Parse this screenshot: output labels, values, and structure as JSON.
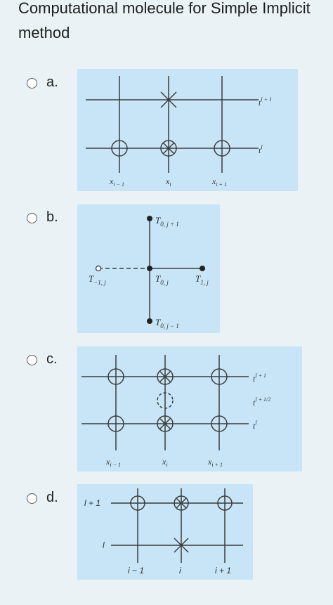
{
  "question": {
    "title": "Computational molecule for Simple Implicit method"
  },
  "options": [
    {
      "label": "a.",
      "diagram": {
        "time_labels": [
          "t",
          "l + 1",
          "t",
          "l"
        ],
        "space_labels": [
          "x",
          "i − 1",
          "x",
          "i",
          "x",
          "i + 1"
        ]
      }
    },
    {
      "label": "b.",
      "diagram": {
        "nodes": [
          {
            "main": "T",
            "sub": "0, j + 1"
          },
          {
            "main": "T",
            "sub": "−1, j"
          },
          {
            "main": "T",
            "sub": "0, j"
          },
          {
            "main": "T",
            "sub": "1, j"
          },
          {
            "main": "T",
            "sub": "0, j − 1"
          }
        ]
      }
    },
    {
      "label": "c.",
      "diagram": {
        "time_labels": [
          "t",
          "l + 1",
          "t",
          "l + 1/2",
          "t",
          "l"
        ],
        "space_labels": [
          "x",
          "i − 1",
          "x",
          "i",
          "x",
          "i + 1"
        ]
      }
    },
    {
      "label": "d.",
      "diagram": {
        "time_labels": [
          "l + 1",
          "l"
        ],
        "space_labels": [
          "i − 1",
          "i",
          "i + 1"
        ]
      }
    }
  ],
  "colors": {
    "background": "#eaf2f6",
    "panel": "#c7e5f7",
    "stroke": "#3c3c3c"
  }
}
